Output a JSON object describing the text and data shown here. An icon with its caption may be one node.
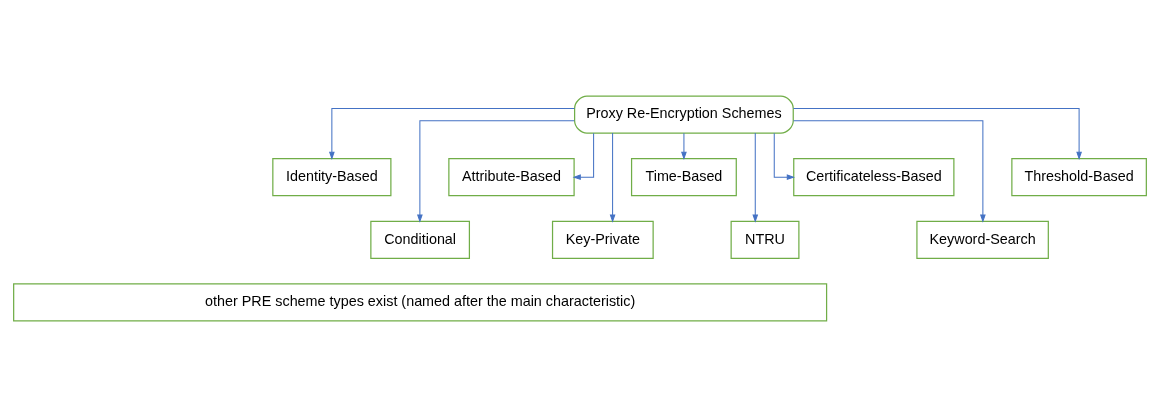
{
  "diagram": {
    "nodes": [
      {
        "text": [
          "Proxy Re-Encryption Schemes"
        ]
      },
      {
        "text": [
          "Identity-Based"
        ]
      },
      {
        "text": [
          "Conditional"
        ]
      },
      {
        "text": [
          "Attribute-Based"
        ]
      },
      {
        "text": [
          "Key-Private"
        ]
      },
      {
        "text": [
          "Time-Based"
        ]
      },
      {
        "text": [
          "NTRU"
        ]
      },
      {
        "text": [
          "Certificateless-Based"
        ]
      },
      {
        "text": [
          "Keyword-Search"
        ]
      },
      {
        "text": [
          "Threshold-Based"
        ]
      },
      {
        "text": [
          "other PRE scheme types exist (named after the main characteristic)"
        ]
      }
    ],
    "edges": [
      {
        "from": 0,
        "to": 1,
        "arrow": "to"
      },
      {
        "from": 0,
        "to": 2,
        "arrow": "to"
      },
      {
        "from": 0,
        "to": 3,
        "arrow": "to"
      },
      {
        "from": 0,
        "to": 4,
        "arrow": "to"
      },
      {
        "from": 0,
        "to": 5,
        "arrow": "to"
      },
      {
        "from": 0,
        "to": 6,
        "arrow": "to"
      },
      {
        "from": 0,
        "to": 7,
        "arrow": "to"
      },
      {
        "from": 0,
        "to": 8,
        "arrow": "to"
      },
      {
        "from": 0,
        "to": 9,
        "arrow": "to"
      }
    ]
  }
}
